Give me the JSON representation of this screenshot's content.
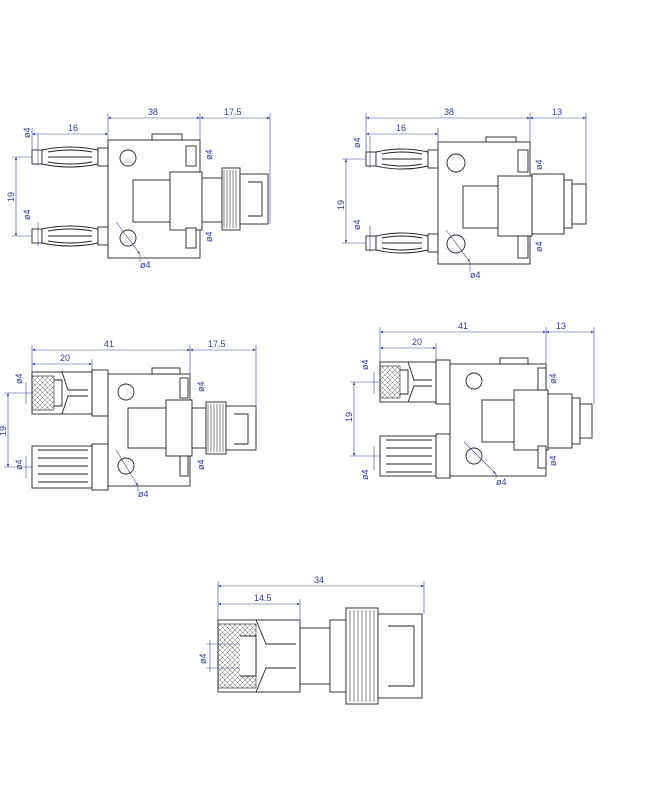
{
  "drawings": [
    {
      "id": "fig-top-left",
      "dims": {
        "overall": "38",
        "extension": "17.5",
        "plug_length": "16",
        "spacing": "19",
        "dia_plug_top": "ø4",
        "dia_plug_bottom": "ø4",
        "dia_hole": "ø4",
        "dia_side_top": "ø4",
        "dia_side_bottom": "ø4"
      }
    },
    {
      "id": "fig-top-right",
      "dims": {
        "overall": "38",
        "extension": "13",
        "plug_length": "16",
        "spacing": "19",
        "dia_plug_top": "ø4",
        "dia_plug_bottom": "ø4",
        "dia_hole": "ø4",
        "dia_side_top": "ø4",
        "dia_side_bottom": "ø4"
      }
    },
    {
      "id": "fig-mid-left",
      "dims": {
        "overall": "41",
        "extension": "17.5",
        "plug_length": "20",
        "spacing": "19",
        "dia_plug_top": "ø4",
        "dia_plug_bottom": "ø4",
        "dia_hole": "ø4",
        "dia_side_top": "ø4",
        "dia_side_bottom": "ø4"
      }
    },
    {
      "id": "fig-mid-right",
      "dims": {
        "overall": "41",
        "extension": "13",
        "plug_length": "20",
        "spacing": "19",
        "dia_plug_top": "ø4",
        "dia_plug_bottom": "ø4",
        "dia_hole": "ø4",
        "dia_side_top": "ø4",
        "dia_side_bottom": "ø4"
      }
    },
    {
      "id": "fig-bottom",
      "dims": {
        "overall": "34",
        "socket_length": "14.5",
        "dia_socket": "ø4"
      }
    }
  ]
}
